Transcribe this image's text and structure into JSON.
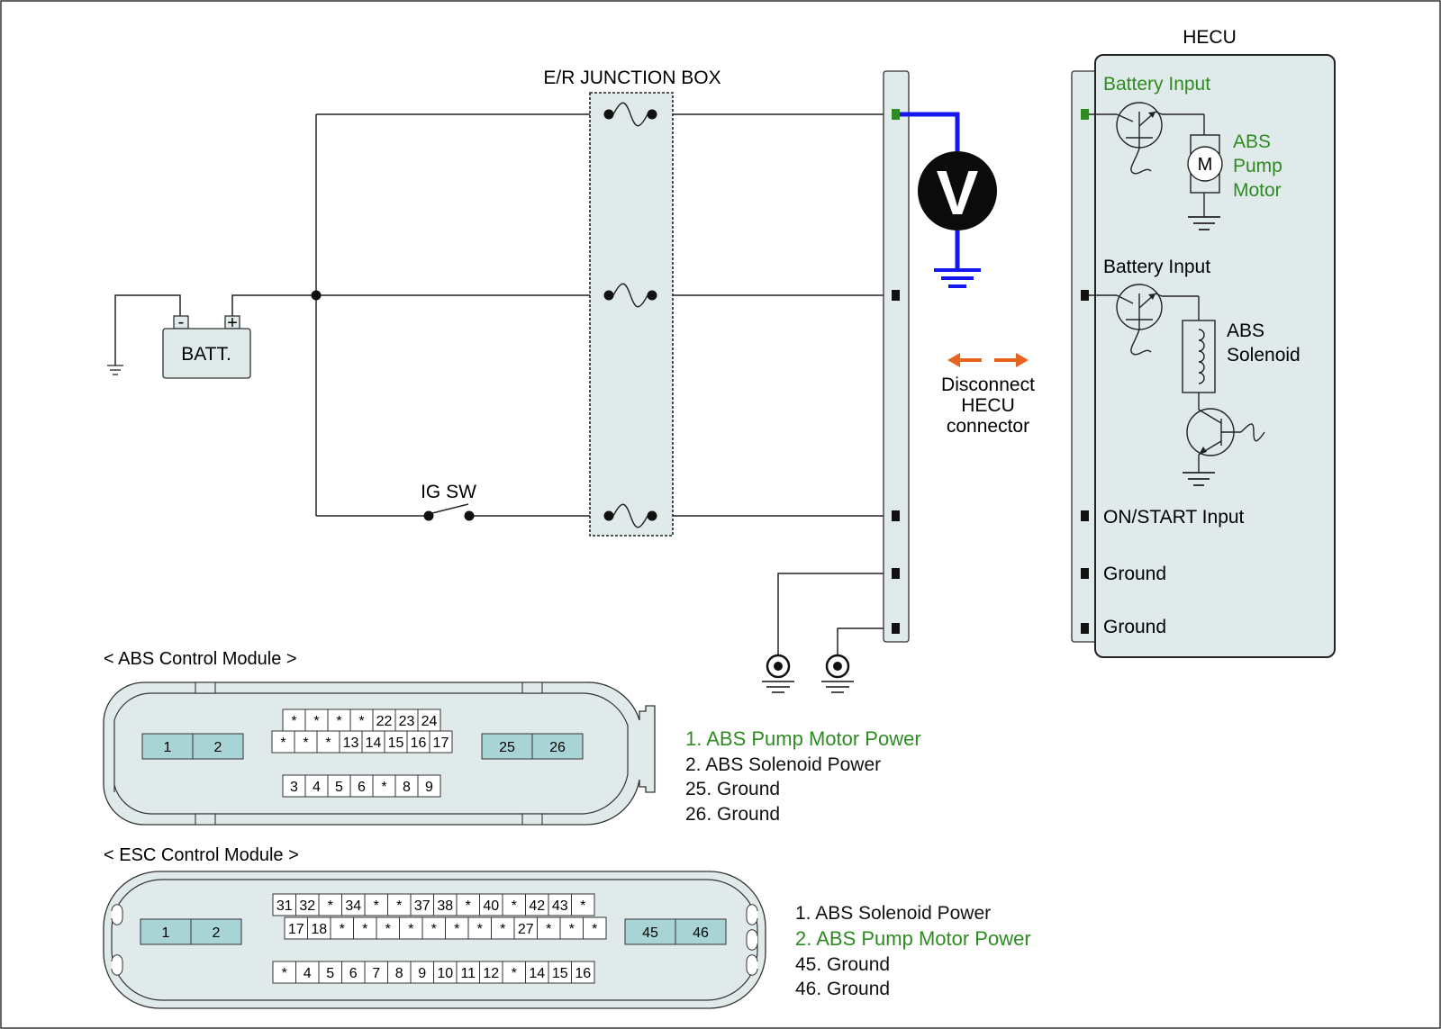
{
  "colors": {
    "green": "#2e8b22",
    "blue": "#1616ee",
    "orange": "#e8641e",
    "panel": "#e1eaea",
    "pin_teal": "#a9d4d6",
    "wire": "#222222"
  },
  "labels": {
    "junction_box": "E/R JUNCTION BOX",
    "hecu_title": "HECU",
    "battery": "BATT.",
    "batt_neg": "-",
    "batt_pos": "+",
    "ig_sw": "IG SW",
    "voltmeter": "V",
    "motor": "M",
    "disconnect": [
      "Disconnect",
      "HECU",
      "connector"
    ]
  },
  "hecu": {
    "battery_input_1": "Battery Input",
    "pump_motor": [
      "ABS",
      "Pump",
      "Motor"
    ],
    "battery_input_2": "Battery Input",
    "solenoid": [
      "ABS",
      "Solenoid"
    ],
    "on_start_input": "ON/START Input",
    "ground_1": "Ground",
    "ground_2": "Ground"
  },
  "abs_module": {
    "title": "< ABS Control Module >",
    "big_left": [
      "1",
      "2"
    ],
    "big_right": [
      "25",
      "26"
    ],
    "row1": [
      "*",
      "*",
      "*",
      "*",
      "22",
      "23",
      "24"
    ],
    "row2": [
      "*",
      "*",
      "*",
      "13",
      "14",
      "15",
      "16",
      "17"
    ],
    "row3": [
      "3",
      "4",
      "5",
      "6",
      "*",
      "8",
      "9"
    ],
    "legend": [
      {
        "text": "1. ABS Pump Motor Power",
        "highlight": true
      },
      {
        "text": "2. ABS Solenoid Power",
        "highlight": false
      },
      {
        "text": "25. Ground",
        "highlight": false
      },
      {
        "text": "26. Ground",
        "highlight": false
      }
    ]
  },
  "esc_module": {
    "title": "< ESC Control Module >",
    "big_left": [
      "1",
      "2"
    ],
    "big_right": [
      "45",
      "46"
    ],
    "row1": [
      "31",
      "32",
      "*",
      "34",
      "*",
      "*",
      "37",
      "38",
      "*",
      "40",
      "*",
      "42",
      "43",
      "*"
    ],
    "row2": [
      "17",
      "18",
      "*",
      "*",
      "*",
      "*",
      "*",
      "*",
      "*",
      "*",
      "27",
      "*",
      "*",
      "*"
    ],
    "row3": [
      "*",
      "4",
      "5",
      "6",
      "7",
      "8",
      "9",
      "10",
      "11",
      "12",
      "*",
      "14",
      "15",
      "16"
    ],
    "legend": [
      {
        "text": "1. ABS Solenoid Power",
        "highlight": false
      },
      {
        "text": "2. ABS Pump Motor Power",
        "highlight": true
      },
      {
        "text": "45. Ground",
        "highlight": false
      },
      {
        "text": "46. Ground",
        "highlight": false
      }
    ]
  }
}
